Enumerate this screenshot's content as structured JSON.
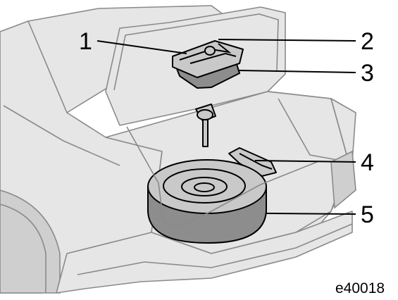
{
  "callouts": [
    {
      "label": "1",
      "part": "jack-handle"
    },
    {
      "label": "2",
      "part": "tool-bag"
    },
    {
      "label": "3",
      "part": "jack"
    },
    {
      "label": "4",
      "part": "spare-tire-hold-down-bracket"
    },
    {
      "label": "5",
      "part": "spare-tire"
    }
  ],
  "figure_code": "e40018",
  "colors": {
    "background": "#ffffff",
    "car_outline": "#8a8a8a",
    "car_fill": "#e6e6e6",
    "part_fill": "#c9c9c9",
    "part_shadow": "#8d8d8d",
    "ink": "#000000"
  }
}
